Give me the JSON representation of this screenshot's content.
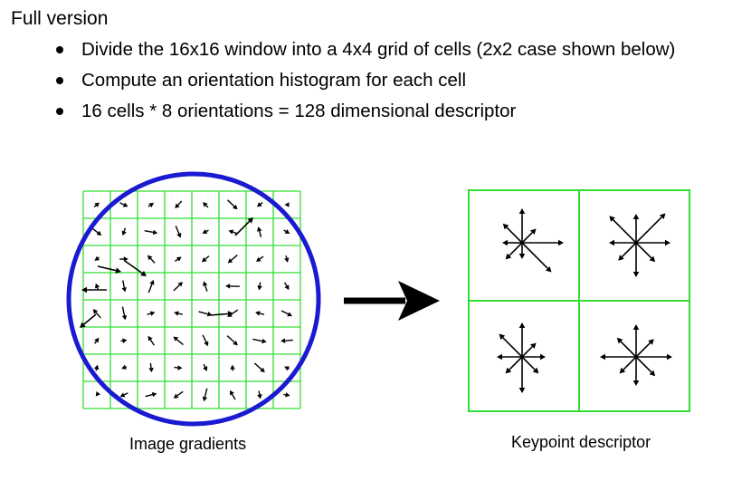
{
  "heading": "Full version",
  "bullets": [
    "Divide the 16x16 window into a 4x4 grid of cells (2x2 case shown below)",
    "Compute an orientation histogram for each cell",
    "16 cells * 8 orientations = 128 dimensional descriptor"
  ],
  "captions": {
    "left": "Image gradients",
    "right": "Keypoint descriptor"
  },
  "colors": {
    "grid": "#33dd33",
    "circle": "#1a1ad0",
    "arrows": "#000000"
  },
  "icons": {
    "big_arrow": "arrow-right-icon"
  }
}
